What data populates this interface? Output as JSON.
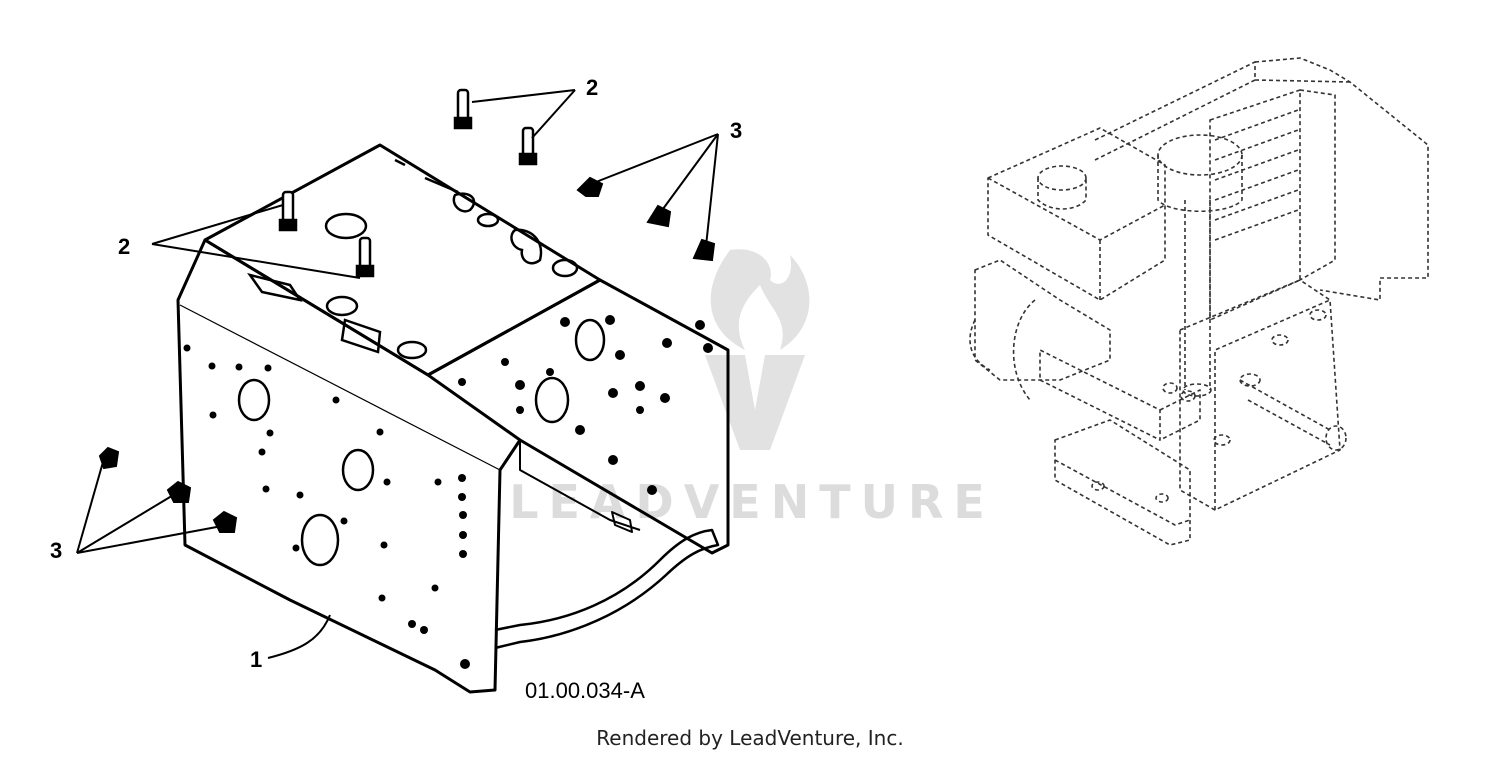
{
  "callouts": {
    "item1": "1",
    "item2_top": "2",
    "item2_left": "2",
    "item3_top": "3",
    "item3_bottom": "3"
  },
  "figure_code": "01.00.034-A",
  "credit": "Rendered by LeadVenture, Inc.",
  "watermark": {
    "text": "LEADVENTURE",
    "color": "#dcdcdc"
  },
  "colors": {
    "line": "#000000",
    "background": "#ffffff",
    "dashed_engine": "#333333"
  }
}
